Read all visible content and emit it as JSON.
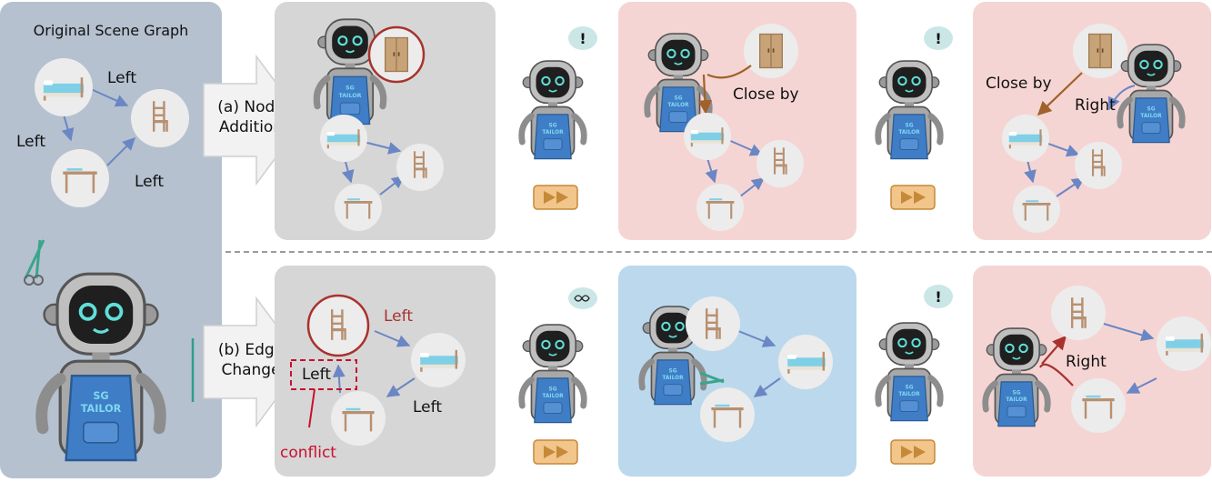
{
  "original": {
    "title": "Original Scene Graph",
    "edge_labels": [
      "Left",
      "Left",
      "Left"
    ]
  },
  "ops": {
    "node_addition": [
      "(a) Node",
      "Addition"
    ],
    "edge_change": [
      "(b) Edge",
      "Change"
    ]
  },
  "robot": {
    "apron_text": [
      "SG",
      "TAILOR"
    ]
  },
  "row1": {
    "close_by_1": "Close by",
    "close_by_2": "Close by",
    "right": "Right"
  },
  "row2": {
    "left_top": "Left",
    "left_box": "Left",
    "left_bottom": "Left",
    "conflict": "conflict",
    "right": "Right"
  },
  "bubbles": [
    "!",
    "!",
    "!"
  ],
  "colors": {
    "left_panel": "#b5c1cf",
    "gray_panel": "#d6d6d6",
    "pink_panel": "#f5d5d3",
    "blue_panel": "#bcd8ec",
    "edge": "#6b86c4",
    "conflict": "#c8102e",
    "close_by": "#a0612a",
    "right_edge": "#a8322d",
    "fast_forward": "#f2c58a"
  }
}
